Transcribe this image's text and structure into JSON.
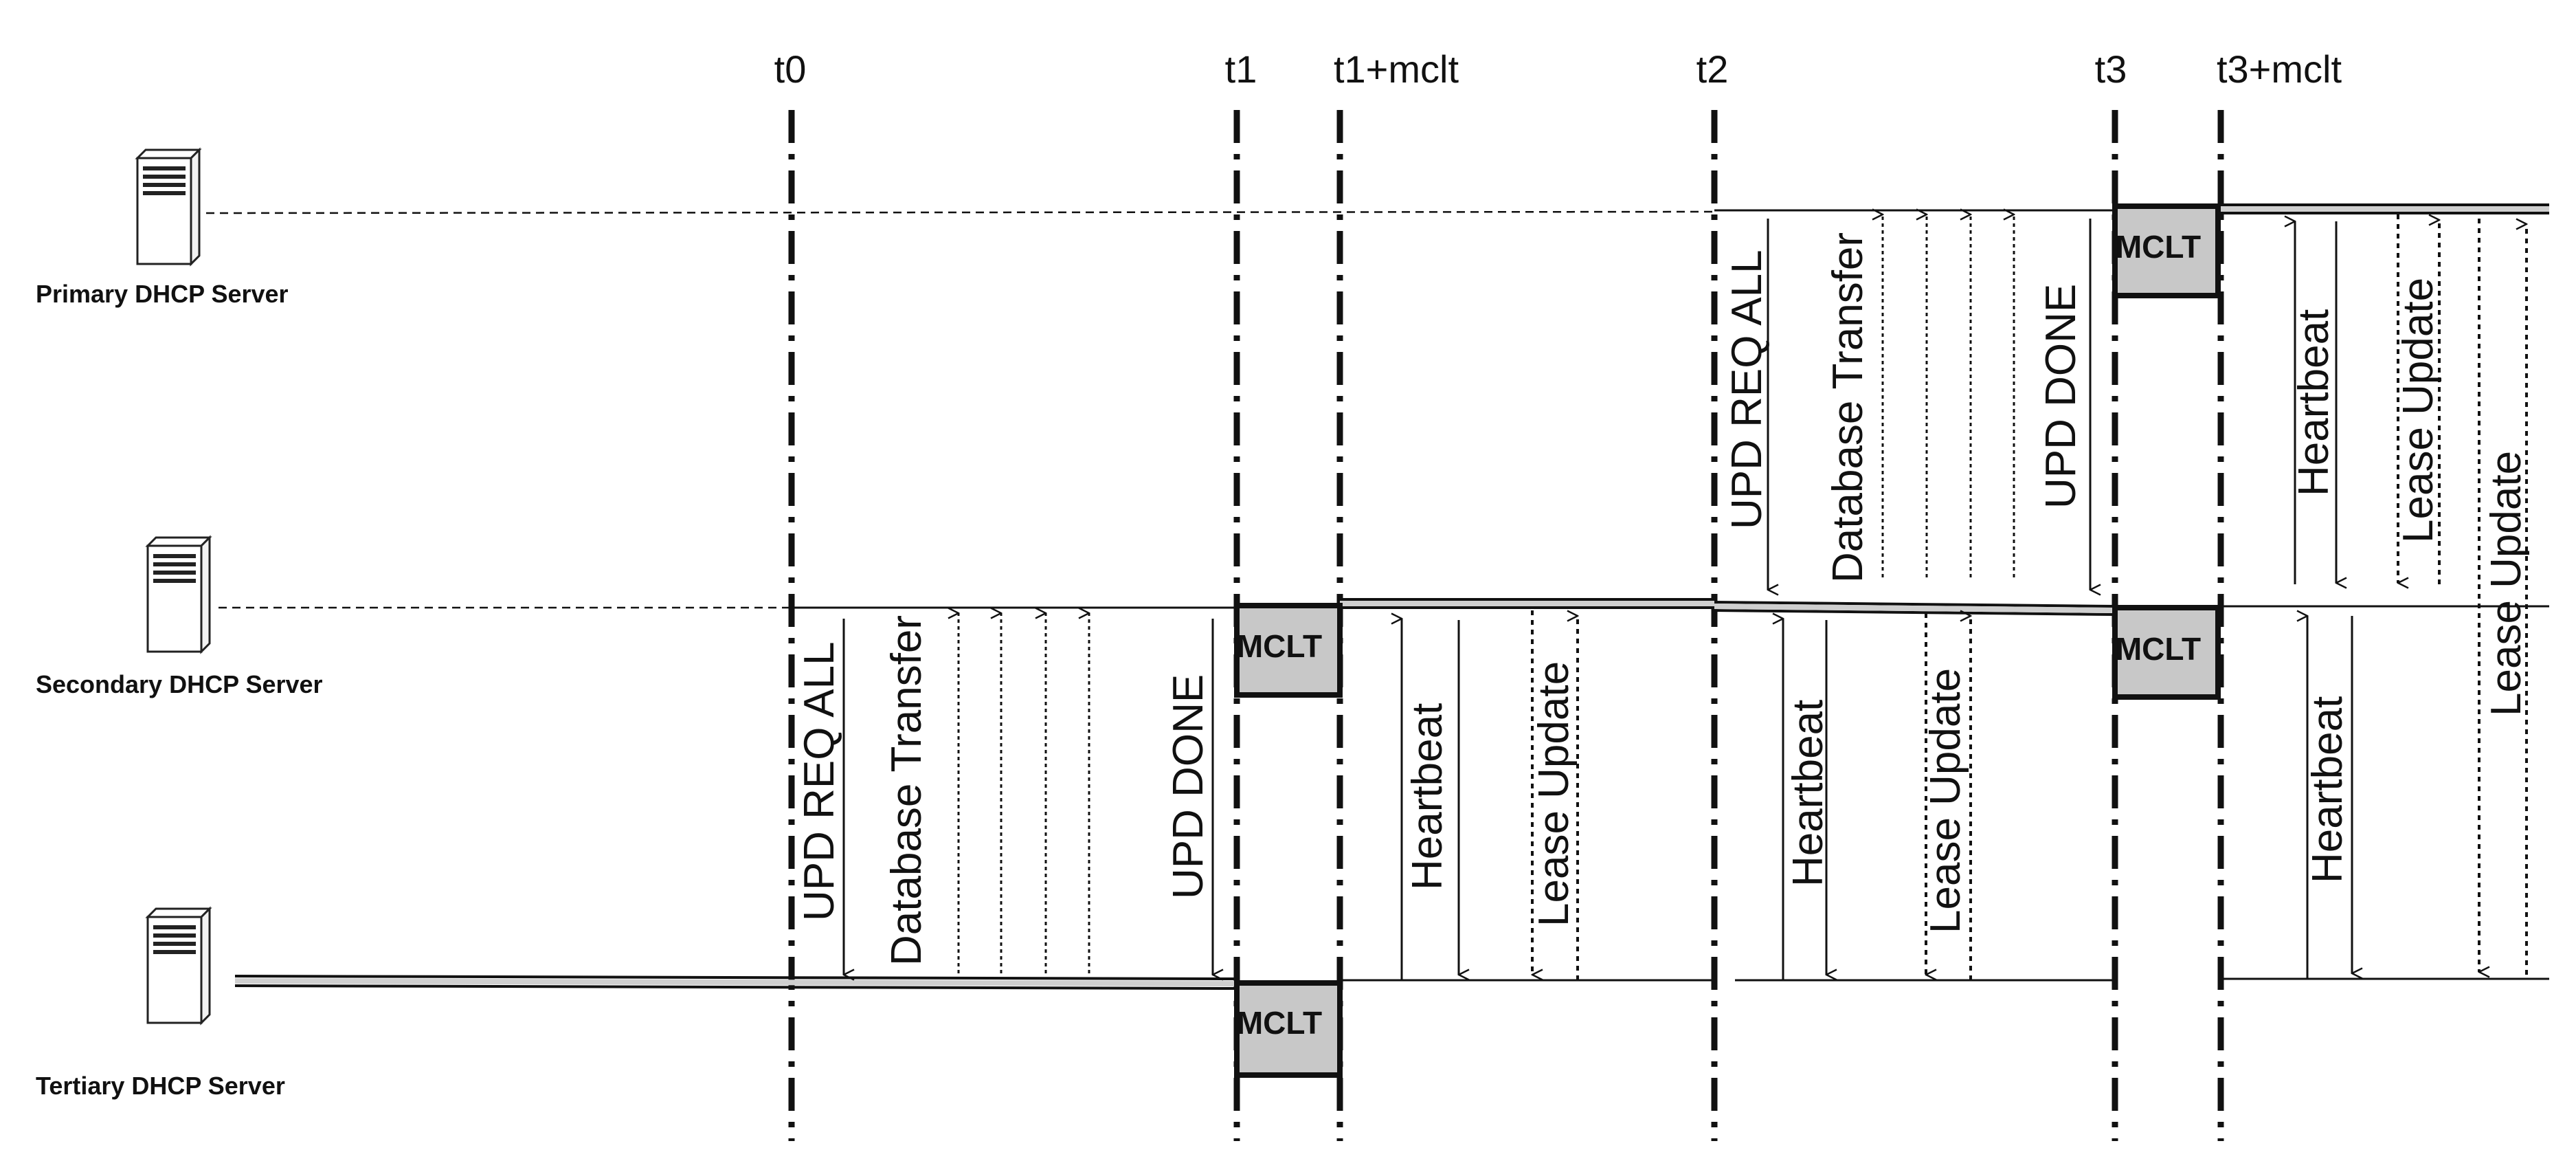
{
  "servers": {
    "primary": "Primary DHCP Server",
    "secondary": "Secondary DHCP Server",
    "tertiary": "Tertiary DHCP Server"
  },
  "times": {
    "t0": "t0",
    "t1": "t1",
    "t1_mclt": "t1+mclt",
    "t2": "t2",
    "t3": "t3",
    "t3_mclt": "t3+mclt"
  },
  "messages": {
    "upd_req_all": "UPD REQ ALL",
    "database_transfer": "Database Transfer",
    "upd_done": "UPD DONE",
    "heartbeat": "Heartbeat",
    "lease_update": "Lease Update"
  },
  "mclt": "MCLT",
  "icons": [
    "server-icon"
  ],
  "colors": {
    "line": "#111111",
    "mclt_box": "#c8c8c8"
  }
}
